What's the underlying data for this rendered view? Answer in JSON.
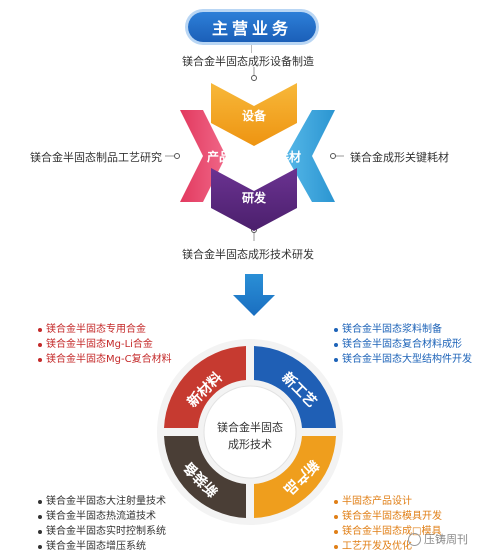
{
  "title": "主营业务",
  "top_label": "镁合金半固态成形设备制造",
  "left_label": "镁合金半固态制品工艺研究",
  "right_label": "镁合金成形关键耗材",
  "bottom_label": "镁合金半固态成形技术研发",
  "arrows": {
    "top": "设备",
    "left": "产品",
    "right": "耗材",
    "bottom": "研发"
  },
  "circle": {
    "center_line1": "镁合金半固态",
    "center_line2": "成形技术",
    "quadrants": {
      "top_left": "新材料",
      "top_right": "新工艺",
      "bottom_left": "新装备",
      "bottom_right": "新产品"
    }
  },
  "lists": {
    "materials": [
      "镁合金半固态专用合金",
      "镁合金半固态Mg-Li合金",
      "镁合金半固态Mg-C复合材料"
    ],
    "process": [
      "镁合金半固态浆料制备",
      "镁合金半固态复合材料成形",
      "镁合金半固态大型结构件开发"
    ],
    "equipment": [
      "镁合金半固态大注射量技术",
      "镁合金半固态热流道技术",
      "镁合金半固态实时控制系统",
      "镁合金半固态增压系统"
    ],
    "products": [
      "半固态产品设计",
      "镁合金半固态模具开发",
      "镁合金半固态成□模具",
      "工艺开发及优化"
    ]
  },
  "watermark": "压铸周刊",
  "colors": {
    "blue": "#1d63b8",
    "orange": "#f2a31b",
    "teal": "#3aa6dc",
    "pink": "#e8456a",
    "purple": "#5a2a7e",
    "red": "#c42a2a",
    "dark": "#4a3e36"
  }
}
